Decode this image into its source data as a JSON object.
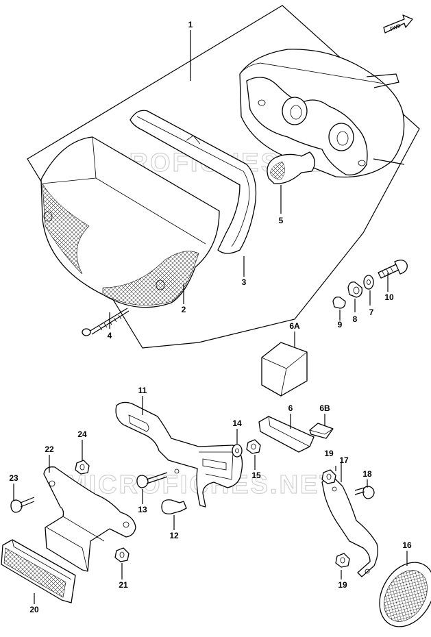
{
  "watermark": "MICROFICHES.NET",
  "fwd_label": "FWD",
  "callouts": [
    {
      "id": "c1",
      "text": "1"
    },
    {
      "id": "c2",
      "text": "2"
    },
    {
      "id": "c3",
      "text": "3"
    },
    {
      "id": "c4",
      "text": "4"
    },
    {
      "id": "c5",
      "text": "5"
    },
    {
      "id": "c6",
      "text": "6"
    },
    {
      "id": "c6a",
      "text": "6A"
    },
    {
      "id": "c6b",
      "text": "6B"
    },
    {
      "id": "c7",
      "text": "7"
    },
    {
      "id": "c8",
      "text": "8"
    },
    {
      "id": "c9",
      "text": "9"
    },
    {
      "id": "c10",
      "text": "10"
    },
    {
      "id": "c11",
      "text": "11"
    },
    {
      "id": "c12",
      "text": "12"
    },
    {
      "id": "c13",
      "text": "13"
    },
    {
      "id": "c14",
      "text": "14"
    },
    {
      "id": "c15",
      "text": "15"
    },
    {
      "id": "c16",
      "text": "16"
    },
    {
      "id": "c17",
      "text": "17"
    },
    {
      "id": "c18",
      "text": "18"
    },
    {
      "id": "c19a",
      "text": "19"
    },
    {
      "id": "c19b",
      "text": "19"
    },
    {
      "id": "c20",
      "text": "20"
    },
    {
      "id": "c21",
      "text": "21"
    },
    {
      "id": "c22",
      "text": "22"
    },
    {
      "id": "c23",
      "text": "23"
    },
    {
      "id": "c24",
      "text": "24"
    }
  ]
}
